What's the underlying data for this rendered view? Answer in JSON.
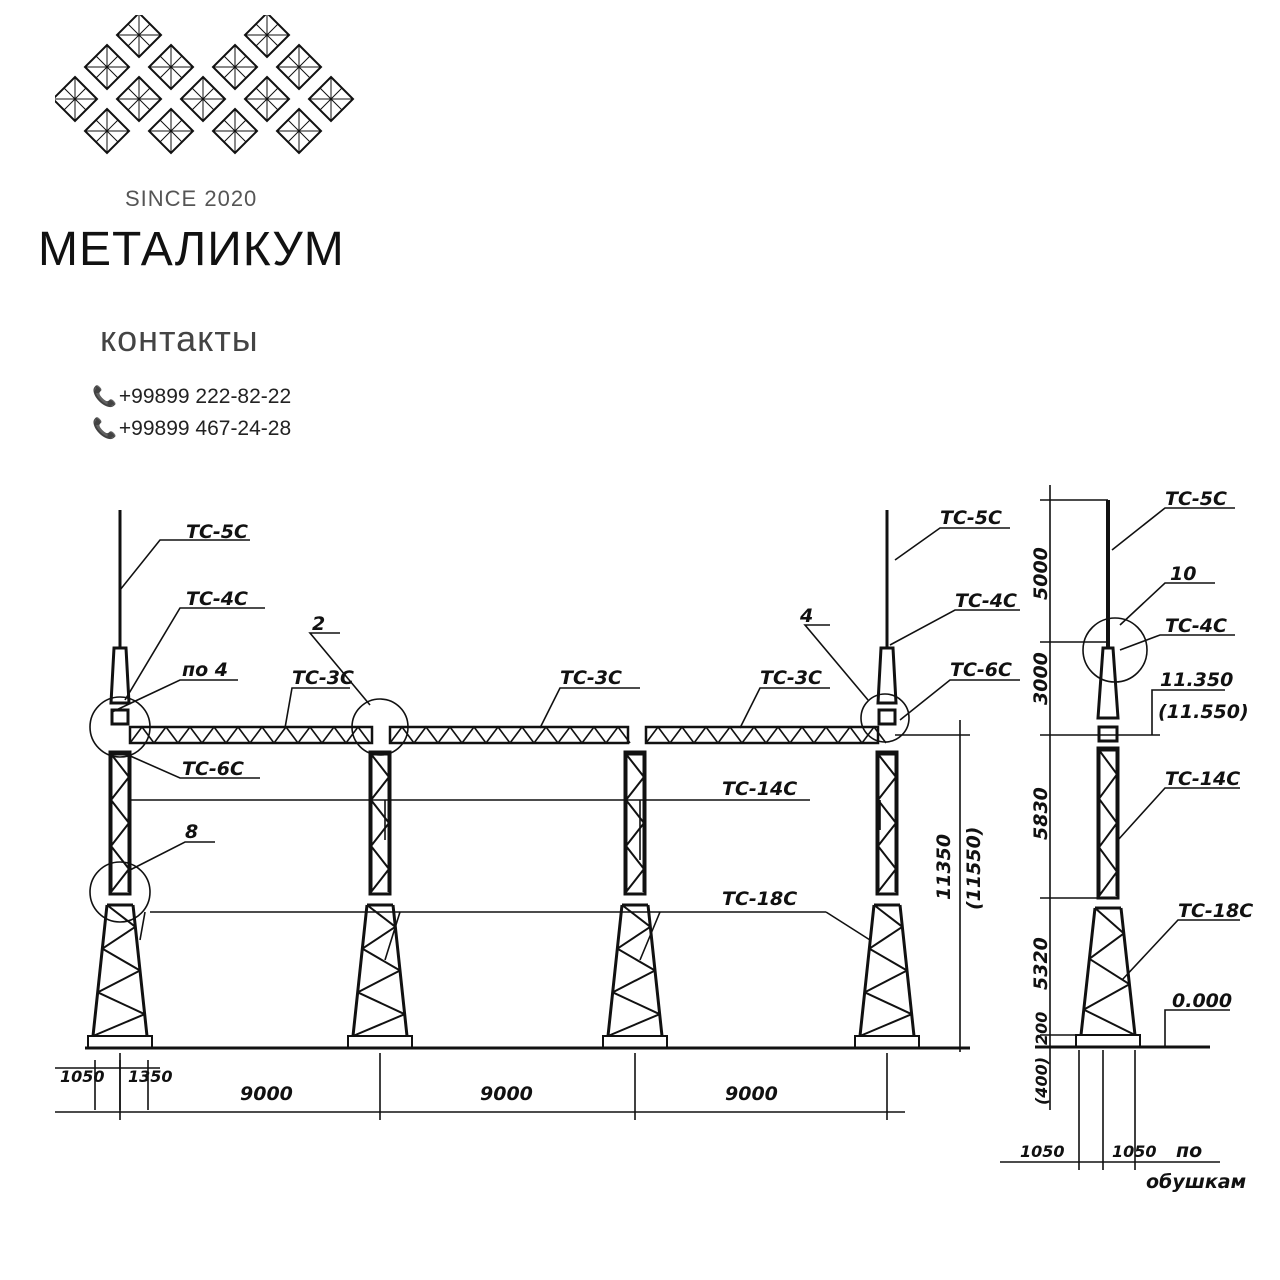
{
  "brand": {
    "since": "SINCE 2020",
    "name": "МЕТАЛИКУМ",
    "contacts_heading": "контакты",
    "phones": [
      "+99899 222-82-22",
      "+99899 467-24-28"
    ],
    "phone_icon": "phone-icon"
  },
  "drawing": {
    "front": {
      "labels": {
        "tc5c_left": "TC-5C",
        "tc4c_left": "TC-4C",
        "po4": "по 4",
        "tc3c_1": "TC-3C",
        "tc3c_2": "TC-3C",
        "tc3c_3": "TC-3C",
        "node2": "2",
        "node4": "4",
        "node8": "8",
        "tc6c_left": "TC-6C",
        "tc14c": "TC-14C",
        "tc18c": "TC-18C",
        "tc5c_right": "TC-5C",
        "tc4c_right": "TC-4C",
        "tc6c_right": "TC-6C",
        "height": "11350",
        "height_alt": "(11550)"
      },
      "dimensions": {
        "left_1": "1050",
        "left_2": "1350",
        "span_1": "9000",
        "span_2": "9000",
        "span_3": "9000"
      }
    },
    "side": {
      "labels": {
        "tc5c": "TC-5C",
        "node10": "10",
        "tc4c": "TC-4C",
        "elev_top": "11.350",
        "elev_top_alt": "(11.550)",
        "tc14c": "TC-14C",
        "tc18c": "TC-18C",
        "elev_zero": "0.000",
        "note_1": "по",
        "note_2": "обушкам"
      },
      "dimensions": {
        "d5000": "5000",
        "d3000": "3000",
        "d5830": "5830",
        "d5320": "5320",
        "d200": "200",
        "d400": "(400)",
        "base_1": "1050",
        "base_2": "1050"
      }
    }
  }
}
